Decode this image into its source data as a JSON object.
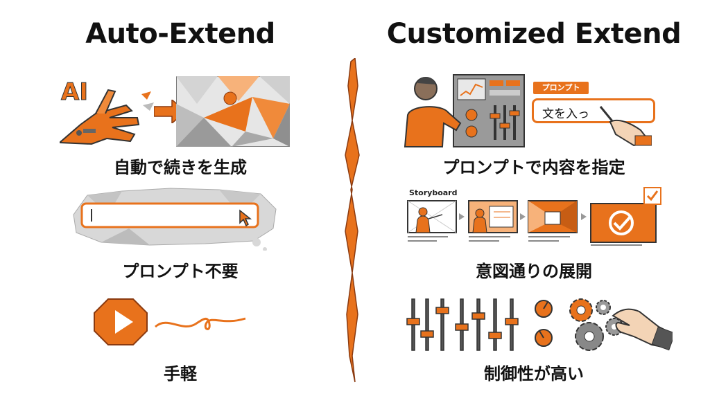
{
  "left": {
    "title": "Auto-Extend",
    "ai_label": "AI",
    "captions": [
      "自動で続きを生成",
      "プロンプト不要",
      "手軽"
    ]
  },
  "right": {
    "title": "Customized Extend",
    "prompt_tag": "プロンプト",
    "prompt_text": "文を入っ",
    "storyboard_label": "Storyboard",
    "captions": [
      "プロンプトで内容を指定",
      "意図通りの展開",
      "制御性が高い"
    ]
  },
  "colors": {
    "accent": "#e8721c",
    "accent_dark": "#b8501a",
    "gray": "#9a9a9a",
    "ink": "#111111"
  },
  "icons": [
    "robot-hand-icon",
    "arrow-right-icon",
    "landscape-image-icon",
    "prompt-input-icon",
    "cursor-icon",
    "play-button-icon",
    "squiggle-line-icon",
    "control-console-icon",
    "storyboard-frame-icon",
    "checkmark-icon",
    "slider-icon",
    "knob-icon",
    "gears-icon",
    "hand-icon"
  ]
}
